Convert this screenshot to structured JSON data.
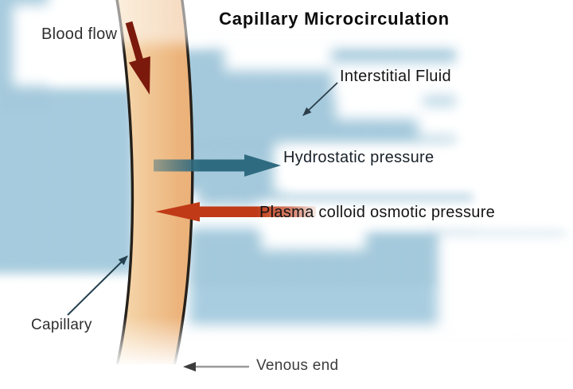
{
  "diagram": {
    "title": "Capillary Microcirculation",
    "labels": {
      "blood_flow": "Blood flow",
      "interstitial_fluid": "Interstitial Fluid",
      "hydrostatic_pressure": "Hydrostatic pressure",
      "plasma_colloid_osmotic_pressure": "Plasma colloid osmotic pressure",
      "capillary": "Capillary",
      "venous_end": "Venous end"
    },
    "arrows": {
      "blood_flow": {
        "direction": "down-along-capillary",
        "color": "#7b1a0c"
      },
      "hydrostatic": {
        "direction": "right-out-of-capillary",
        "color": "#2f6b80"
      },
      "plasma_osmotic": {
        "direction": "left-into-capillary",
        "color": "#c03a17"
      },
      "venous_pointer": {
        "direction": "left",
        "shaft_color": "#9a9a9a",
        "head_color": "#3c3c3c"
      },
      "interstitial_pointer": {
        "direction": "down-left",
        "color": "#2c3e4a"
      },
      "capillary_pointer": {
        "direction": "up-right",
        "color": "#24414f"
      }
    },
    "colors": {
      "background": "#ffffff",
      "interstitial_fluid_patch": "#a9cde0",
      "fluid_wave_lines": "#84aec0",
      "capillary_fill": "#efbe8b",
      "capillary_wall": "#26201a"
    }
  }
}
